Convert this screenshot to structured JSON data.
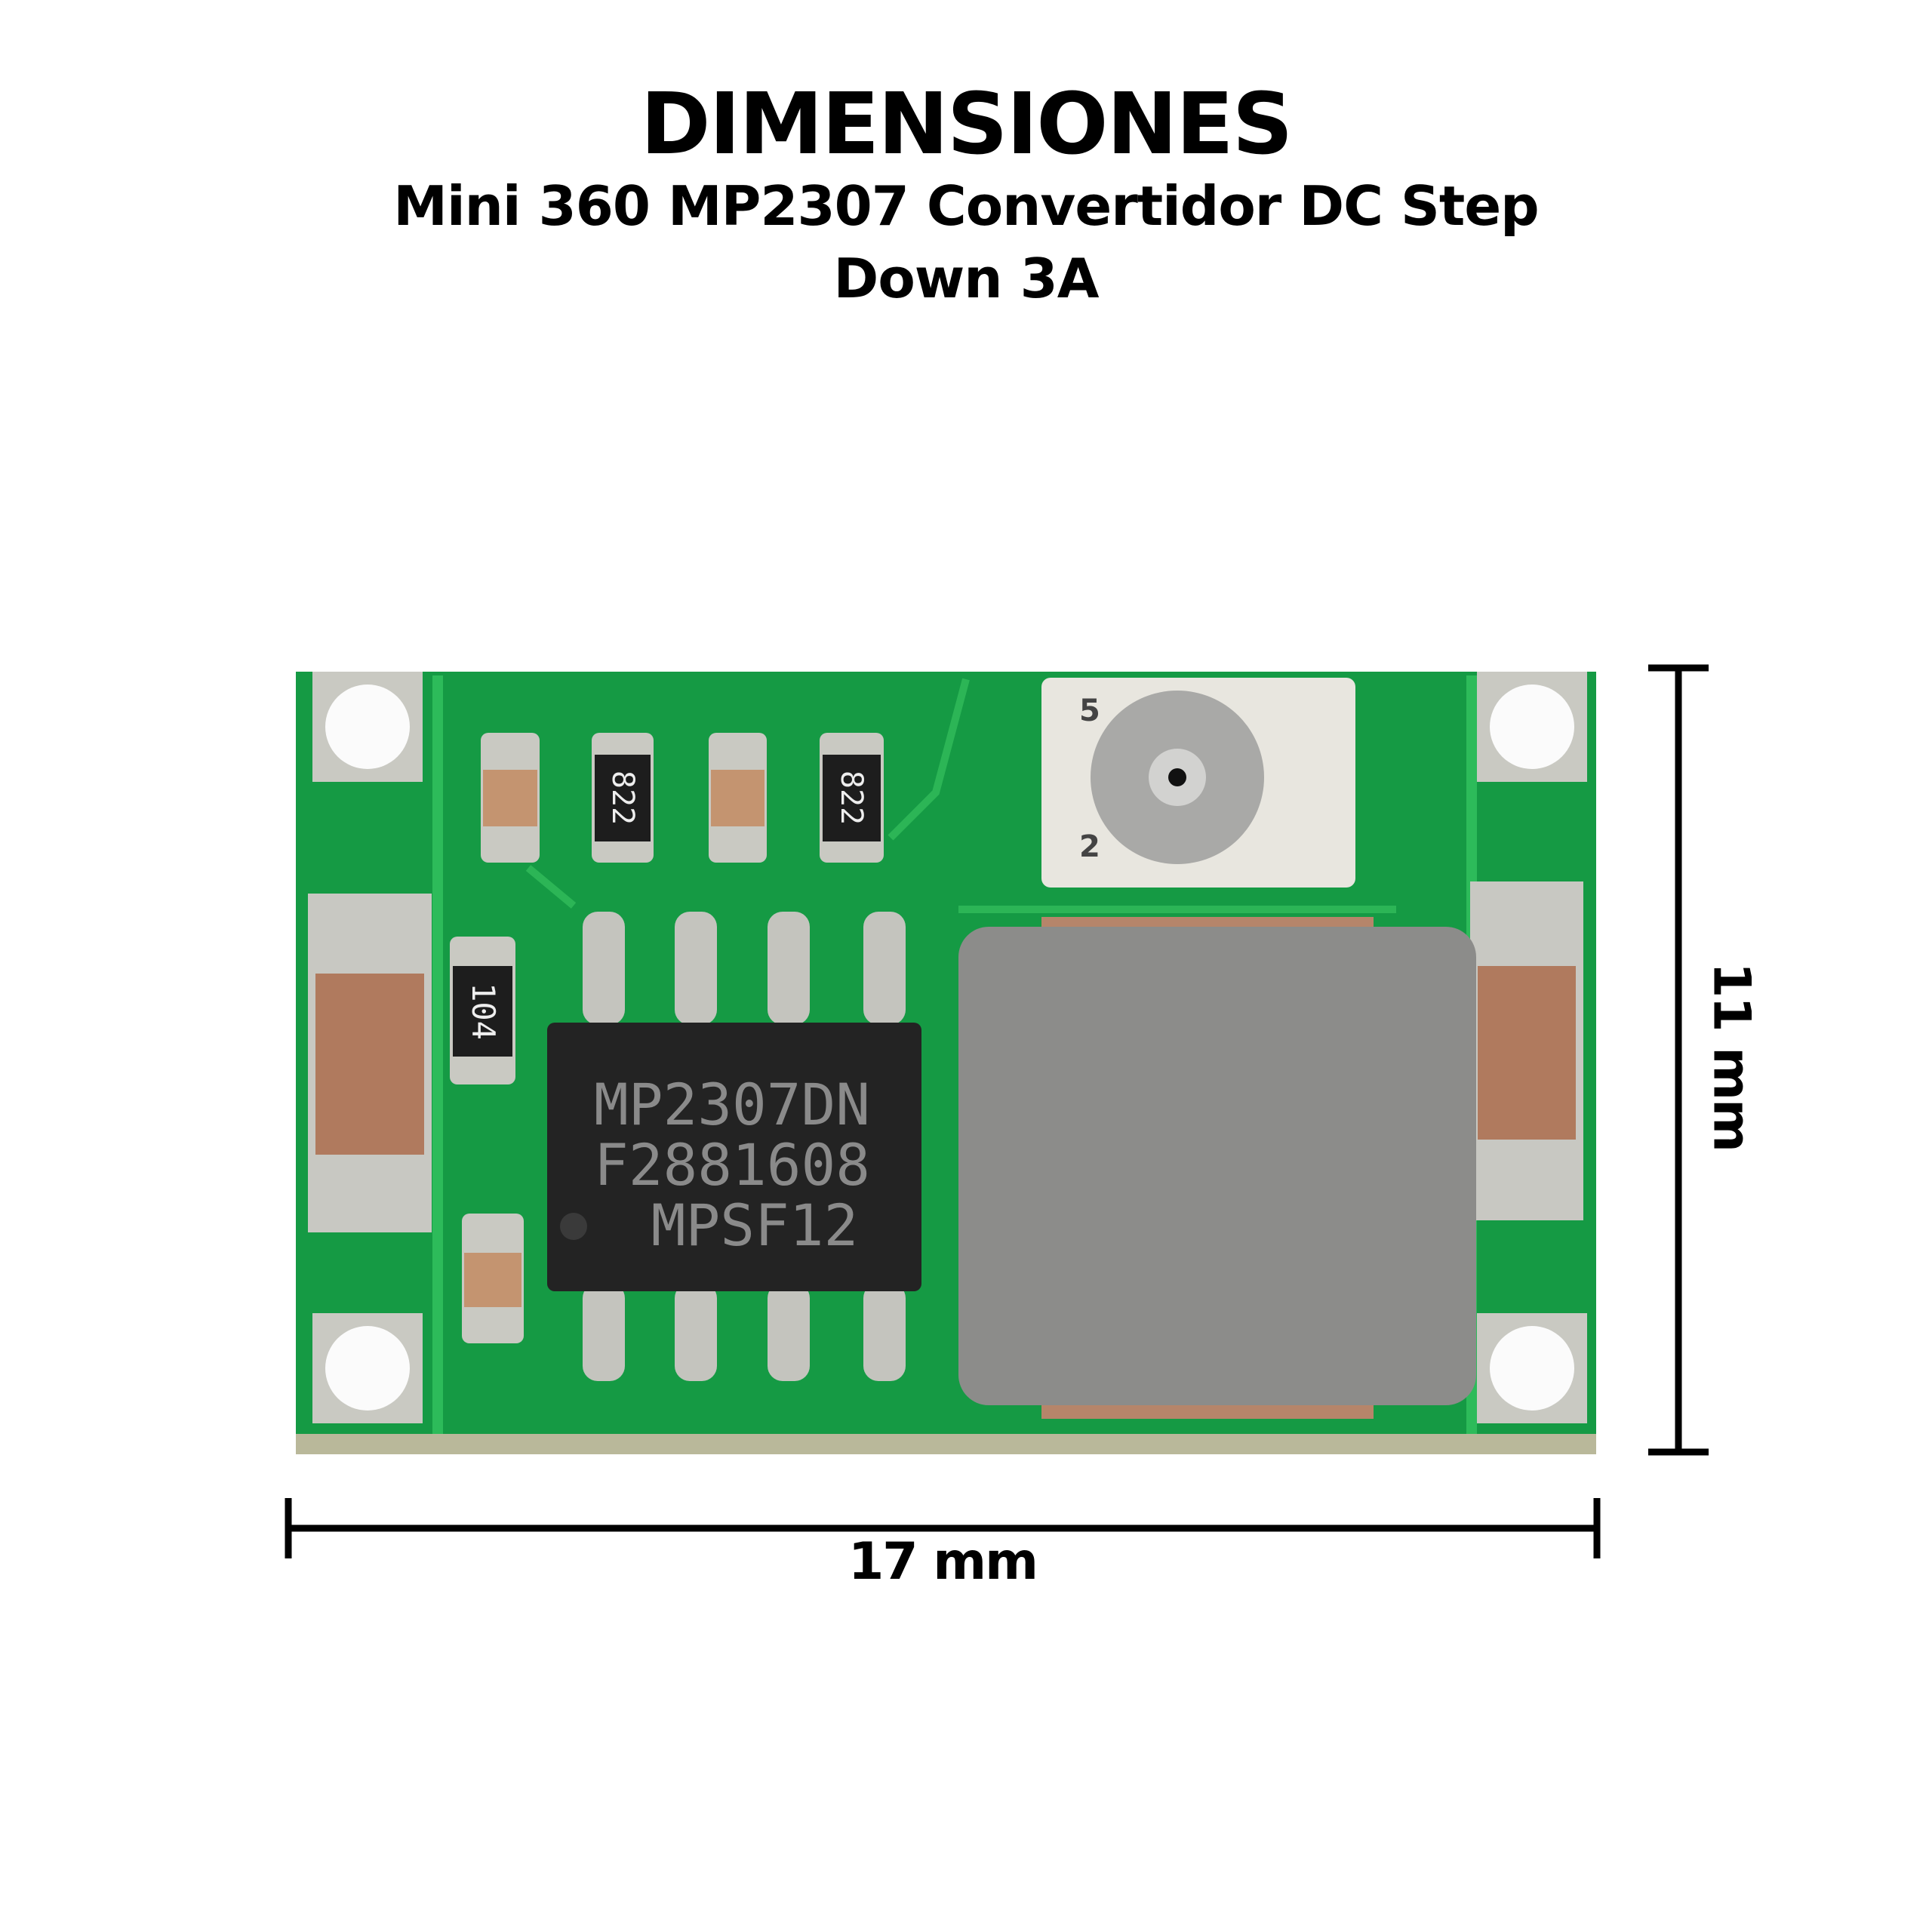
{
  "header": {
    "title": "DIMENSIONES",
    "subtitle_line1": "Mini 360 MP2307 Convertidor DC Step",
    "subtitle_line2": "Down 3A"
  },
  "dimensions": {
    "width_label": "17 mm",
    "height_label": "11 mm"
  },
  "board": {
    "chip_markings": [
      "MP2307DN",
      "F2881608",
      "MPSF12"
    ],
    "resistor_labels": [
      "822",
      "822",
      "104"
    ],
    "pot_labels": [
      "5",
      "2"
    ],
    "colors": {
      "pcb": "#159a44",
      "inductor": "#8c8c8a",
      "chip": "#232323"
    }
  }
}
